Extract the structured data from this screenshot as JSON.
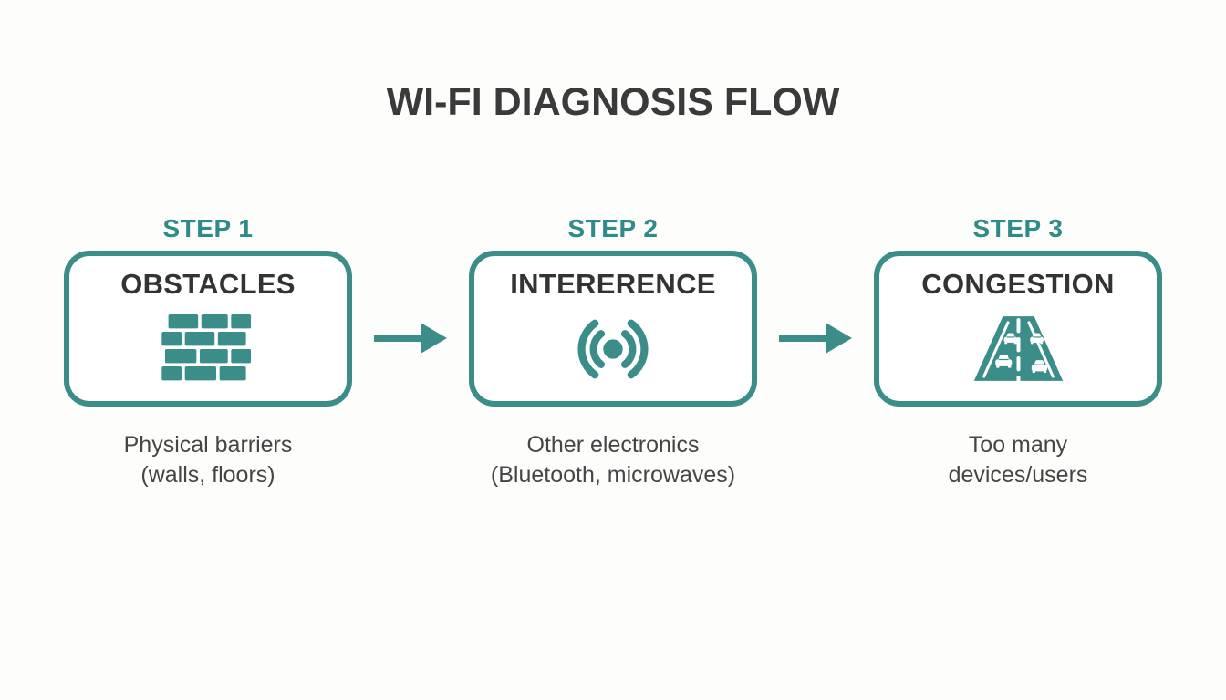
{
  "title": "WI-FI DIAGNOSIS FLOW",
  "colors": {
    "accent_teal": "#3a8d89",
    "step_label_teal": "#2f8b87",
    "title_text": "#3a3a3a",
    "box_title_text": "#333333",
    "caption_text": "#454545",
    "background": "#fdfdfc",
    "box_fill": "#ffffff",
    "icon_detail_white": "#ffffff"
  },
  "steps": [
    {
      "label": "STEP 1",
      "name": "OBSTACLES",
      "icon": "brick-wall-icon",
      "caption_line1": "Physical barriers",
      "caption_line2": "(walls, floors)"
    },
    {
      "label": "STEP 2",
      "name": "INTERERENCE",
      "icon": "signal-interference-icon",
      "caption_line1": "Other electronics",
      "caption_line2": "(Bluetooth, microwaves)"
    },
    {
      "label": "STEP 3",
      "name": "CONGESTION",
      "icon": "traffic-road-icon",
      "caption_line1": "Too many",
      "caption_line2": "devices/users"
    }
  ],
  "arrows": [
    {
      "icon": "arrow-right-icon",
      "direction": "right"
    },
    {
      "icon": "arrow-right-icon",
      "direction": "right"
    }
  ]
}
